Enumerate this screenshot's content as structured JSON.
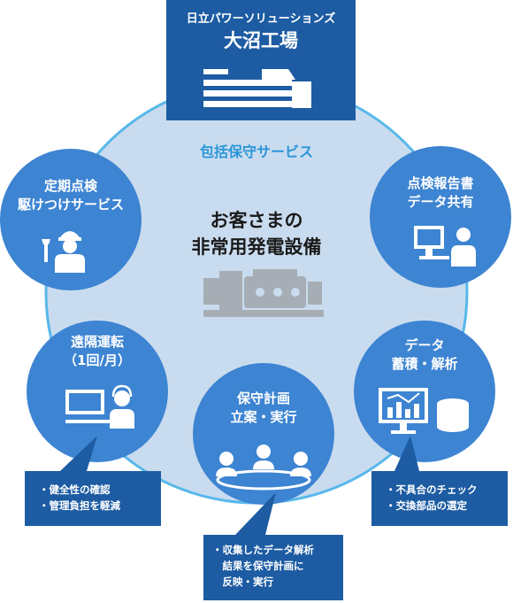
{
  "factory": {
    "company": "日立パワーソリューションズ",
    "name": "大沼工場"
  },
  "service_label": "包括保守サービス",
  "center": {
    "line1": "お客さまの",
    "line2": "非常用発電設備"
  },
  "nodes": {
    "inspection": {
      "line1": "定期点検",
      "line2": "駆けつけサービス"
    },
    "report": {
      "line1": "点検報告書",
      "line2": "データ共有"
    },
    "remote": {
      "line1": "遠隔運転",
      "line2": "（1回/月）"
    },
    "data": {
      "line1": "データ",
      "line2": "蓄積・解析"
    },
    "plan": {
      "line1": "保守計画",
      "line2": "立案・実行"
    }
  },
  "callouts": {
    "remote": [
      "・健全性の確認",
      "・管理負担を軽減"
    ],
    "plan": [
      "・収集したデータ解析",
      "　結果を保守計画に",
      "　反映・実行"
    ],
    "data": [
      "・不具合のチェック",
      "・交換部品の選定"
    ]
  },
  "colors": {
    "factory_blue": "#1d5ca3",
    "node_blue": "#3d84d2",
    "ring_light": "#c9dcef",
    "ring_border": "#58b8ea",
    "callout_dark": "#1d5ca3",
    "service_text": "#2a95d8",
    "icon_gray": "#a6adb4"
  },
  "icons": {
    "factory": "factory-building-icon",
    "generator": "generator-engine-icon",
    "inspection": "worker-with-wrench-icon",
    "report": "person-at-computer-icon",
    "remote": "operator-with-headset-icon",
    "data": "chart-and-database-icon",
    "plan": "meeting-table-icon"
  }
}
